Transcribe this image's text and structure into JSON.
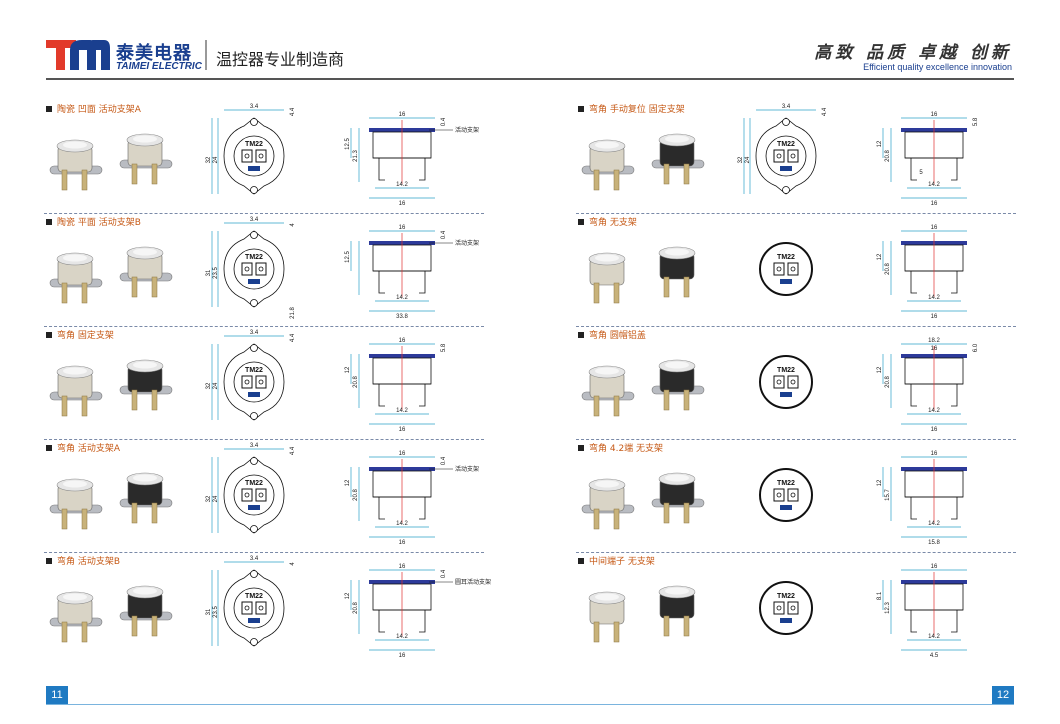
{
  "header": {
    "brand_cn": "泰美电器",
    "brand_en": "TAIMEI ELECTRIC",
    "tagline_cn": "温控器专业制造商",
    "slogan_cn": "高致 品质 卓越 创新",
    "slogan_en": "Efficient quality excellence innovation",
    "brand_color": "#1a3f8f",
    "logo_red": "#e23a2a"
  },
  "colors": {
    "title_orange": "#c65a17",
    "dimension_blue": "#2ca0c8",
    "center_red": "#e03030",
    "cap_blue": "#2d3a9a",
    "page_badge": "#1f7ac2"
  },
  "left_rows": [
    {
      "title": "陶瓷 凹面 活动支架A",
      "side": {
        "top": "3.4",
        "tr": "4.4",
        "h1": "32",
        "h2": "24"
      },
      "front": {
        "top": "16",
        "mid": "14.2",
        "bot": "16",
        "v1": "21.3",
        "v2": "12.5",
        "v3": "0.4",
        "note": "活动支架"
      }
    },
    {
      "title": "陶瓷 平面 活动支架B",
      "side": {
        "top": "3.4",
        "tr": "4",
        "h1": "31",
        "h2": "23.5",
        "diag": "21.8"
      },
      "front": {
        "top": "16",
        "mid": "14.2",
        "bot": "33.8",
        "v2": "12.5",
        "v3": "0.4",
        "note": "活动支架"
      }
    },
    {
      "title": "弯角 固定支架",
      "side": {
        "top": "3.4",
        "tr": "4.4",
        "h1": "32",
        "h2": "24"
      },
      "front": {
        "top": "16",
        "mid": "14.2",
        "bot": "16",
        "v1": "20.8",
        "v2": "12",
        "v3": "5.8"
      }
    },
    {
      "title": "弯角 活动支架A",
      "side": {
        "top": "3.4",
        "tr": "4.4",
        "h1": "32",
        "h2": "24"
      },
      "front": {
        "top": "16",
        "mid": "14.2",
        "bot": "16",
        "v1": "20.8",
        "v2": "12",
        "v3": "0.4",
        "note": "活动支架"
      }
    },
    {
      "title": "弯角 活动支架B",
      "side": {
        "top": "3.4",
        "tr": "4",
        "h1": "31",
        "h2": "23.5"
      },
      "front": {
        "top": "16",
        "mid": "14.2",
        "bot": "16",
        "v1": "20.8",
        "v2": "12",
        "v3": "0.4",
        "note": "圆耳活动支架"
      }
    }
  ],
  "right_rows": [
    {
      "title": "弯角 手动复位 固定支架",
      "side": {
        "top": "3.4",
        "tr": "4.4",
        "h1": "32",
        "h2": "24"
      },
      "front": {
        "top": "16",
        "mid": "14.2",
        "bot": "16",
        "v1": "20.8",
        "v2": "12",
        "v3": "5.8",
        "extra": "5"
      }
    },
    {
      "title": "弯角 无支架",
      "front": {
        "top": "16",
        "mid": "14.2",
        "bot": "16",
        "v1": "20.8",
        "v2": "12"
      }
    },
    {
      "title": "弯角 圆帽铝盖",
      "front": {
        "top": "18.2",
        "top2": "16",
        "mid": "14.2",
        "bot": "16",
        "v1": "20.8",
        "v2": "12",
        "v3": "6.0"
      }
    },
    {
      "title": "弯角 4.2端 无支架",
      "front": {
        "top": "16",
        "mid": "14.2",
        "bot": "15.8",
        "v1": "15.7",
        "v2": "12"
      }
    },
    {
      "title": "中间端子 无支架",
      "front": {
        "top": "16",
        "mid": "14.2",
        "bot": "4.5",
        "v1": "12.3",
        "v2": "8.1"
      }
    }
  ],
  "model_label": "TM22",
  "footer": {
    "left_page": "11",
    "right_page": "12"
  }
}
